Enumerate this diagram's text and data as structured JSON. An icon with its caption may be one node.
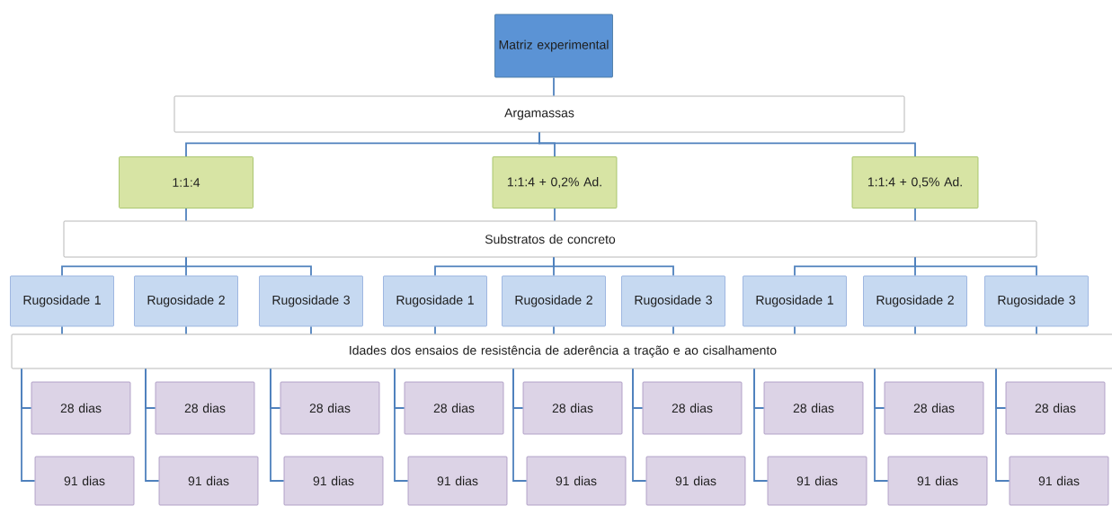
{
  "diagram": {
    "nodes": [
      {
        "text": [
          "Matriz experimental"
        ]
      },
      {
        "text": [
          "Argamassas"
        ]
      },
      {
        "text": [
          "1:1:4"
        ]
      },
      {
        "text": [
          "1:1:4 + 0,2% Ad."
        ]
      },
      {
        "text": [
          "1:1:4 + 0,5% Ad."
        ]
      },
      {
        "text": [
          "Substratos de concreto"
        ]
      },
      {
        "text": [
          "Rugosidade 1"
        ]
      },
      {
        "text": [
          "Rugosidade 2"
        ]
      },
      {
        "text": [
          "Rugosidade 3"
        ]
      },
      {
        "text": [
          "Rugosidade 1"
        ]
      },
      {
        "text": [
          "Rugosidade 2"
        ]
      },
      {
        "text": [
          "Rugosidade 3"
        ]
      },
      {
        "text": [
          "Rugosidade 1"
        ]
      },
      {
        "text": [
          "Rugosidade 2"
        ]
      },
      {
        "text": [
          "Rugosidade 3"
        ]
      },
      {
        "text": [
          "Idades dos ensaios de resistência de aderência a tração e ao cisalhamento"
        ]
      },
      {
        "text": [
          "28 dias"
        ]
      },
      {
        "text": [
          "28 dias"
        ]
      },
      {
        "text": [
          "28 dias"
        ]
      },
      {
        "text": [
          "28 dias"
        ]
      },
      {
        "text": [
          "28 dias"
        ]
      },
      {
        "text": [
          "28 dias"
        ]
      },
      {
        "text": [
          "28 dias"
        ]
      },
      {
        "text": [
          "28 dias"
        ]
      },
      {
        "text": [
          "28 dias"
        ]
      },
      {
        "text": [
          "91 dias"
        ]
      },
      {
        "text": [
          "91 dias"
        ]
      },
      {
        "text": [
          "91 dias"
        ]
      },
      {
        "text": [
          "91 dias"
        ]
      },
      {
        "text": [
          "91 dias"
        ]
      },
      {
        "text": [
          "91 dias"
        ]
      },
      {
        "text": [
          "91 dias"
        ]
      },
      {
        "text": [
          "91 dias"
        ]
      },
      {
        "text": [
          "91 dias"
        ]
      }
    ],
    "edges": [
      {
        "from": 0,
        "to": 1,
        "arrow": "none"
      },
      {
        "from": 1,
        "to": 2,
        "arrow": "none"
      },
      {
        "from": 1,
        "to": 3,
        "arrow": "none"
      },
      {
        "from": 1,
        "to": 4,
        "arrow": "none"
      },
      {
        "from": 2,
        "to": 5,
        "arrow": "none"
      },
      {
        "from": 3,
        "to": 5,
        "arrow": "none"
      },
      {
        "from": 4,
        "to": 5,
        "arrow": "none"
      },
      {
        "from": 5,
        "to": 6,
        "arrow": "none"
      },
      {
        "from": 5,
        "to": 7,
        "arrow": "none"
      },
      {
        "from": 5,
        "to": 8,
        "arrow": "none"
      },
      {
        "from": 5,
        "to": 9,
        "arrow": "none"
      },
      {
        "from": 5,
        "to": 10,
        "arrow": "none"
      },
      {
        "from": 5,
        "to": 11,
        "arrow": "none"
      },
      {
        "from": 5,
        "to": 12,
        "arrow": "none"
      },
      {
        "from": 5,
        "to": 13,
        "arrow": "none"
      },
      {
        "from": 5,
        "to": 14,
        "arrow": "none"
      },
      {
        "from": 6,
        "to": 15,
        "arrow": "none"
      },
      {
        "from": 7,
        "to": 15,
        "arrow": "none"
      },
      {
        "from": 8,
        "to": 15,
        "arrow": "none"
      },
      {
        "from": 9,
        "to": 15,
        "arrow": "none"
      },
      {
        "from": 10,
        "to": 15,
        "arrow": "none"
      },
      {
        "from": 11,
        "to": 15,
        "arrow": "none"
      },
      {
        "from": 12,
        "to": 15,
        "arrow": "none"
      },
      {
        "from": 13,
        "to": 15,
        "arrow": "none"
      },
      {
        "from": 14,
        "to": 15,
        "arrow": "none"
      },
      {
        "from": 15,
        "to": 16,
        "arrow": "none"
      },
      {
        "from": 15,
        "to": 17,
        "arrow": "none"
      },
      {
        "from": 15,
        "to": 18,
        "arrow": "none"
      },
      {
        "from": 15,
        "to": 19,
        "arrow": "none"
      },
      {
        "from": 15,
        "to": 20,
        "arrow": "none"
      },
      {
        "from": 15,
        "to": 21,
        "arrow": "none"
      },
      {
        "from": 15,
        "to": 22,
        "arrow": "none"
      },
      {
        "from": 15,
        "to": 23,
        "arrow": "none"
      },
      {
        "from": 15,
        "to": 24,
        "arrow": "none"
      },
      {
        "from": 15,
        "to": 25,
        "arrow": "none"
      },
      {
        "from": 15,
        "to": 26,
        "arrow": "none"
      },
      {
        "from": 15,
        "to": 27,
        "arrow": "none"
      },
      {
        "from": 15,
        "to": 28,
        "arrow": "none"
      },
      {
        "from": 15,
        "to": 29,
        "arrow": "none"
      },
      {
        "from": 15,
        "to": 30,
        "arrow": "none"
      },
      {
        "from": 15,
        "to": 31,
        "arrow": "none"
      },
      {
        "from": 15,
        "to": 32,
        "arrow": "none"
      },
      {
        "from": 15,
        "to": 33,
        "arrow": "none"
      }
    ]
  }
}
